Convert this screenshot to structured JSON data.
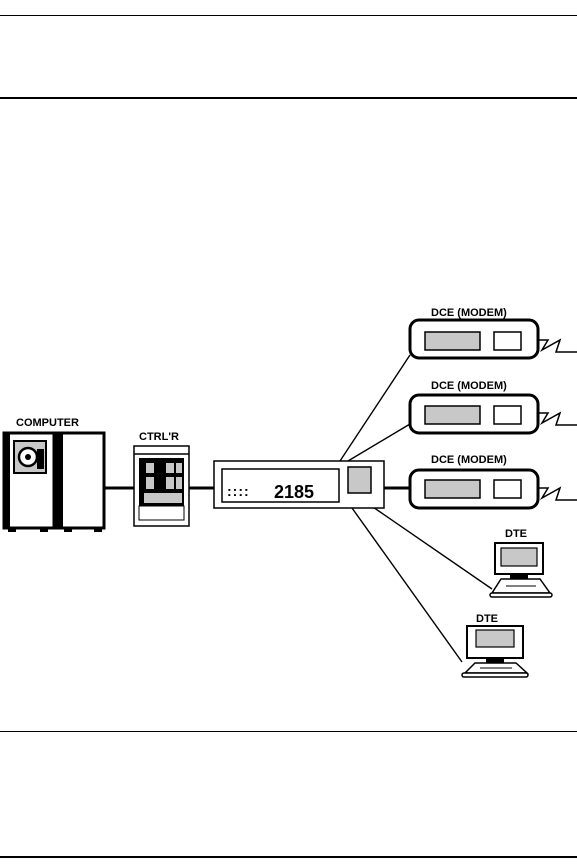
{
  "labels": {
    "computer": "COMPUTER",
    "controller": "CTRL'R",
    "modem_1": "DCE (MODEM)",
    "modem_2": "DCE (MODEM)",
    "modem_3": "DCE (MODEM)",
    "terminal_1": "DTE",
    "terminal_2": "DTE",
    "device_model": "2185",
    "device_dots": "::::"
  },
  "colors": {
    "ink": "#000000",
    "panel_gray": "#c8c8c8",
    "background": "#ffffff"
  }
}
